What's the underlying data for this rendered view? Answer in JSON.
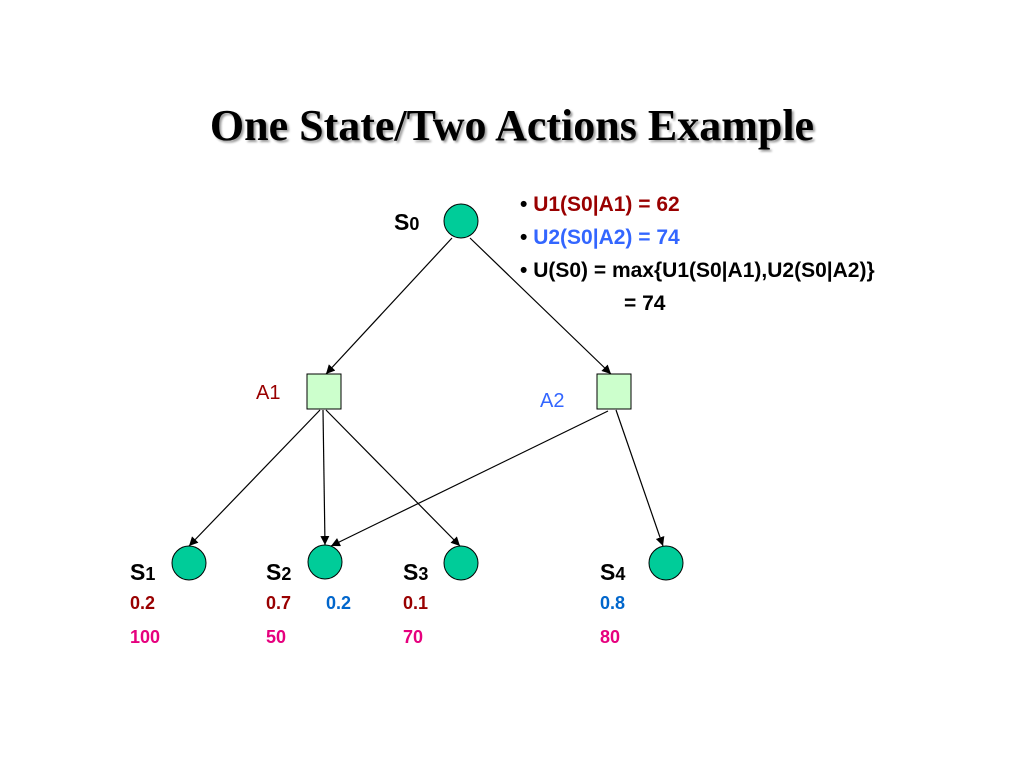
{
  "title": "One State/Two Actions Example",
  "colors": {
    "state_fill": "#00cc99",
    "action_fill": "#ccffcc",
    "a1": "#990000",
    "a2": "#3366ff",
    "a2_prob": "#0066cc",
    "utility": "#e6007e"
  },
  "bullets": [
    {
      "marker": "• ",
      "text": "U1(S0|A1) = 62",
      "color": "#990000"
    },
    {
      "marker": "• ",
      "text": "U2(S0|A2) = 74",
      "color": "#3366ff"
    },
    {
      "marker": "• ",
      "text": "U(S0) = max{U1(S0|A1),U2(S0|A2)}",
      "color": "#000000"
    },
    {
      "marker": "",
      "text": "= 74",
      "color": "#000000"
    }
  ],
  "nodes": {
    "s0": {
      "letter": "S",
      "index": "0"
    },
    "a1": {
      "label": "A1"
    },
    "a2": {
      "label": "A2"
    },
    "s1": {
      "letter": "S",
      "index": "1",
      "p_a1": "0.2",
      "utility": "100"
    },
    "s2": {
      "letter": "S",
      "index": "2",
      "p_a1": "0.7",
      "p_a2": "0.2",
      "utility": "50"
    },
    "s3": {
      "letter": "S",
      "index": "3",
      "p_a1": "0.1",
      "utility": "70"
    },
    "s4": {
      "letter": "S",
      "index": "4",
      "p_a2": "0.8",
      "utility": "80"
    }
  }
}
